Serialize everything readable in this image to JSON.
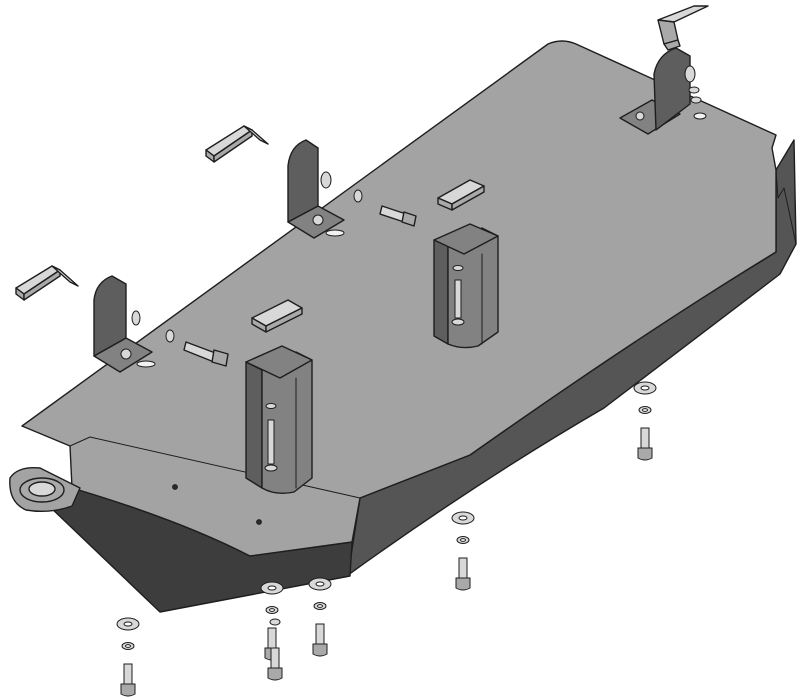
{
  "figure": {
    "colors": {
      "background": "#ffffff",
      "plate_top": "#a3a3a3",
      "plate_side": "#555555",
      "plate_dark": "#3d3d3d",
      "bracket_face": "#828282",
      "bracket_side": "#5e5e5e",
      "hardware": "#d8d8d8",
      "hardware_shade": "#a9a9a9",
      "outline": "#1e1e1e"
    },
    "part_counts": {
      "l_brackets": 3,
      "u_brackets": 2,
      "spacer_blocks": 2,
      "tab_clips": 3,
      "loose_bolts": 6
    }
  }
}
